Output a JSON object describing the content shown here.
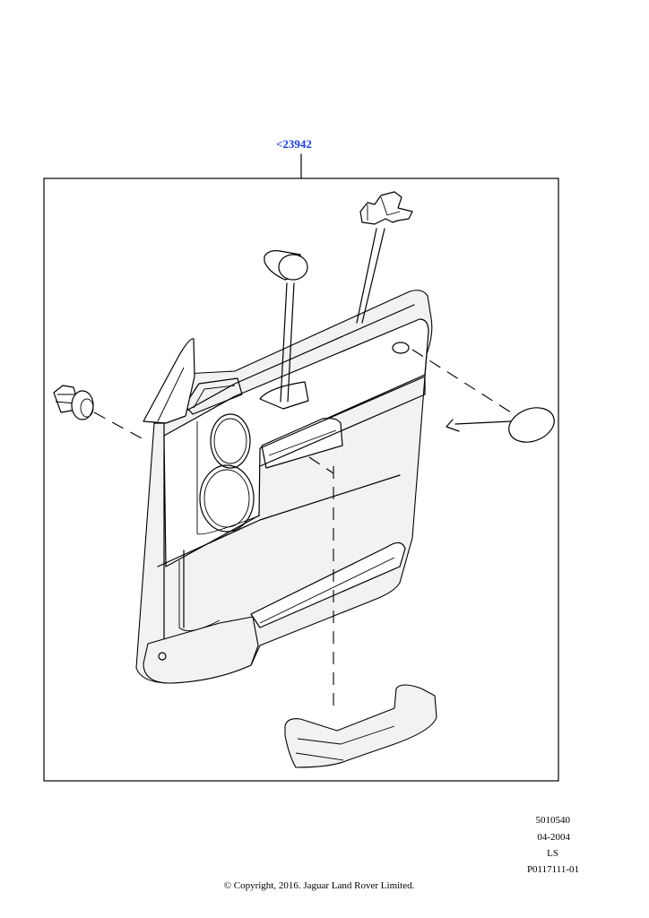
{
  "diagram": {
    "reference_link": "<23942",
    "part_code": "5010540",
    "date": "04-2004",
    "region": "LS",
    "illustration_ref": "P0117111-01",
    "copyright": "© Copyright, 2016. Jaguar Land Rover Limited.",
    "colors": {
      "link": "#1a3fd1",
      "line": "#000000",
      "background": "#ffffff"
    }
  }
}
